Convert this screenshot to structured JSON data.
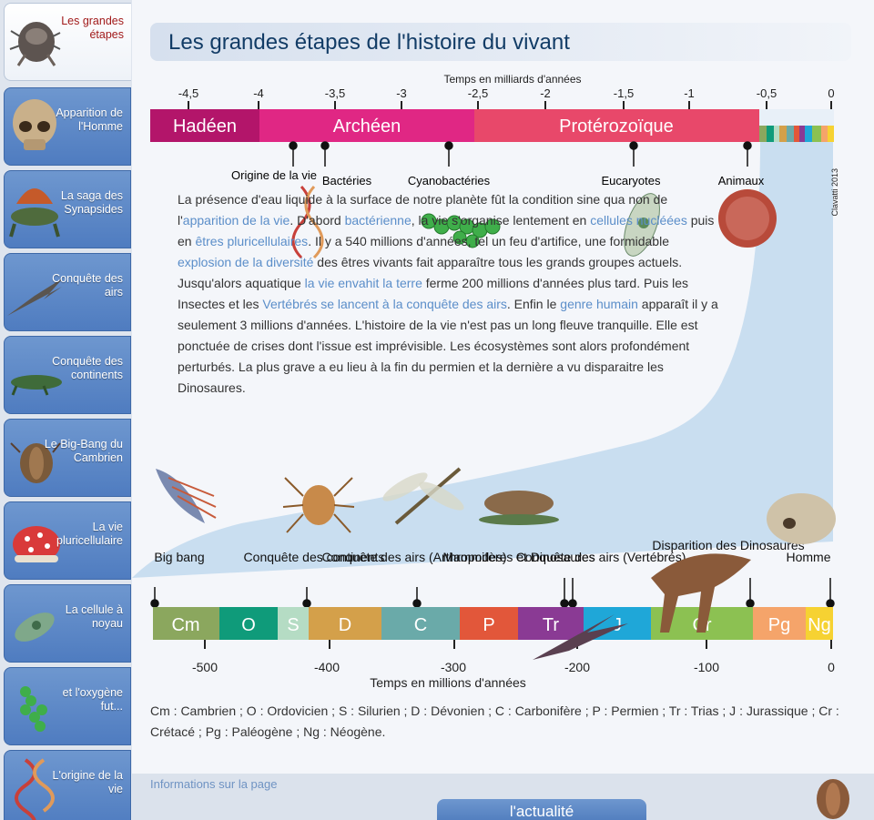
{
  "sidebar": {
    "items": [
      {
        "label": "Les grandes étapes",
        "active": true,
        "icon": "trilobite-icon"
      },
      {
        "label": "Apparition de l'Homme",
        "icon": "skull-icon"
      },
      {
        "label": "La saga des Synapsides",
        "icon": "dimetrodon-icon"
      },
      {
        "label": "Conquête des airs",
        "icon": "pterosaur-icon"
      },
      {
        "label": "Conquête des continents",
        "icon": "amphibian-icon"
      },
      {
        "label": "Le Big-Bang du Cambrien",
        "icon": "trilobite-icon"
      },
      {
        "label": "La vie pluricellulaire",
        "icon": "fly-agaric-icon"
      },
      {
        "label": "La cellule à noyau",
        "icon": "euglena-icon"
      },
      {
        "label": "et l'oxygène fut...",
        "icon": "cyanobacteria-icon"
      },
      {
        "label": "L'origine de la vie",
        "icon": "dna-icon"
      }
    ]
  },
  "page": {
    "title": "Les grandes étapes de l'histoire du vivant"
  },
  "top_scale": {
    "title": "Temps en milliards d'années",
    "ticks": [
      "-4,5",
      "-4",
      "-3,5",
      "-3",
      "-2,5",
      "-2",
      "-1,5",
      "-1",
      "-0,5",
      "0"
    ],
    "eons": [
      {
        "name": "Hadéen",
        "color": "#b3156a"
      },
      {
        "name": "Archéen",
        "color": "#e02784"
      },
      {
        "name": "Protérozoïque",
        "color": "#e8486a"
      }
    ],
    "events": [
      "Origine de la vie",
      "Bactéries",
      "Cyanobactéries",
      "Eucaryotes",
      "Animaux"
    ],
    "credit": "Clavatti 2013"
  },
  "paragraph": {
    "p1": "La présence d'eau liquide à la surface de notre planète fût la condition sine qua non de l'",
    "l1": "apparition de la vie",
    "p2": ". D'abord ",
    "l2": "bactérienne",
    "p3": ", la vie s'organise lentement en ",
    "l3": "cellules nucléées",
    "p4": " puis en ",
    "l4": "êtres pluricellulaires",
    "p5": ". Il y a 540 millions d'années, tel un feu d'artifice, une formidable ",
    "l5": "explosion de la diversité",
    "p6": " des êtres vivants fait apparaître tous les grands groupes actuels. Jusqu'alors aquatique ",
    "l6": "la vie envahit la terre",
    "p7": " ferme 200 millions d'années plus tard. Puis les Insectes et les ",
    "l7": "Vertébrés se lancent à la conquête des airs",
    "p8": ". Enfin le ",
    "l8": "genre humain",
    "p9": " apparaît il y a seulement 3 millions d'années. L'histoire de la vie n'est pas un long fleuve tranquille. Elle est ponctuée de crises dont l'issue est imprévisible. Les écosystèmes sont alors profondément perturbés. La plus grave a eu lieu à la fin du permien et la dernière a vu disparaitre les Dinosaures."
  },
  "bottom_scale": {
    "title": "Temps en millions d'années",
    "ticks": [
      "-500",
      "-400",
      "-300",
      "-200",
      "-100",
      "0"
    ],
    "periods": [
      {
        "abbr": "Cm",
        "color": "#8ba75e"
      },
      {
        "abbr": "O",
        "color": "#0f9b7a"
      },
      {
        "abbr": "S",
        "color": "#b5dcc4"
      },
      {
        "abbr": "D",
        "color": "#d4a04a"
      },
      {
        "abbr": "C",
        "color": "#6aaaa9"
      },
      {
        "abbr": "P",
        "color": "#e2573a"
      },
      {
        "abbr": "Tr",
        "color": "#8a3a94"
      },
      {
        "abbr": "J",
        "color": "#1fa7d8"
      },
      {
        "abbr": "Cr",
        "color": "#8cc152"
      },
      {
        "abbr": "Pg",
        "color": "#f5a46a"
      },
      {
        "abbr": "Ng",
        "color": "#f6d232"
      }
    ],
    "events": [
      {
        "label": "Big bang"
      },
      {
        "label": "Conquête des continents"
      },
      {
        "label": "Conquête des airs (Arthropodes)"
      },
      {
        "label": "Mammifères et Dinosaures"
      },
      {
        "label": "Conquête des airs (Vertébrés)"
      },
      {
        "label": "Disparition des Dinosaures"
      },
      {
        "label": "Homme"
      }
    ]
  },
  "legend": "Cm : Cambrien ; O : Ordovicien ; S : Silurien ; D : Dévonien ; C : Carbonifère ; P : Permien ; Tr : Trias ; J : Jurassique ; Cr : Crétacé ; Pg : Paléogène ; Ng : Néogène.",
  "footer": {
    "info_link": "Informations sur la page",
    "news_button": "l'actualité"
  }
}
